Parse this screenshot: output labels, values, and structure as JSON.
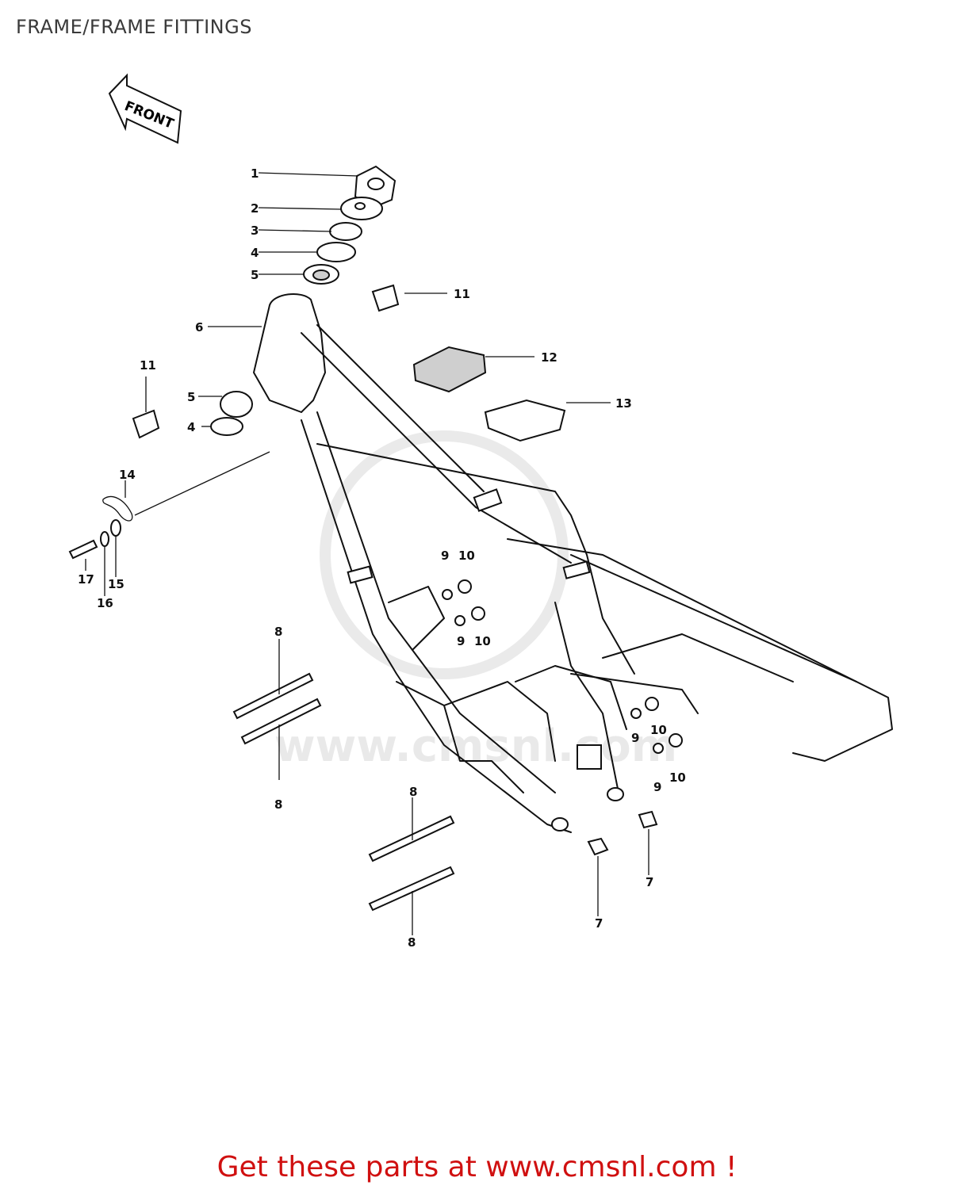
{
  "header": {
    "title": "FRAME/FRAME FITTINGS"
  },
  "diagram": {
    "front_marker": "FRONT",
    "watermark": "www.cmsnl.com",
    "callouts": {
      "c1": "1",
      "c2": "2",
      "c3": "3",
      "c4a": "4",
      "c5a": "5",
      "c6": "6",
      "c11a": "11",
      "c11b": "11",
      "c12": "12",
      "c13": "13",
      "c5b": "5",
      "c4b": "4",
      "c14": "14",
      "c17": "17",
      "c16": "16",
      "c15": "15",
      "c9a": "9",
      "c10a": "10",
      "c9b": "9",
      "c10b": "10",
      "c8a": "8",
      "c8b": "8",
      "c8c": "8",
      "c8d": "8",
      "c9c": "9",
      "c10c": "10",
      "c9d": "9",
      "c10d": "10",
      "c7a": "7",
      "c7b": "7"
    }
  },
  "footer": {
    "link_text": "Get these parts at www.cmsnl.com !"
  }
}
